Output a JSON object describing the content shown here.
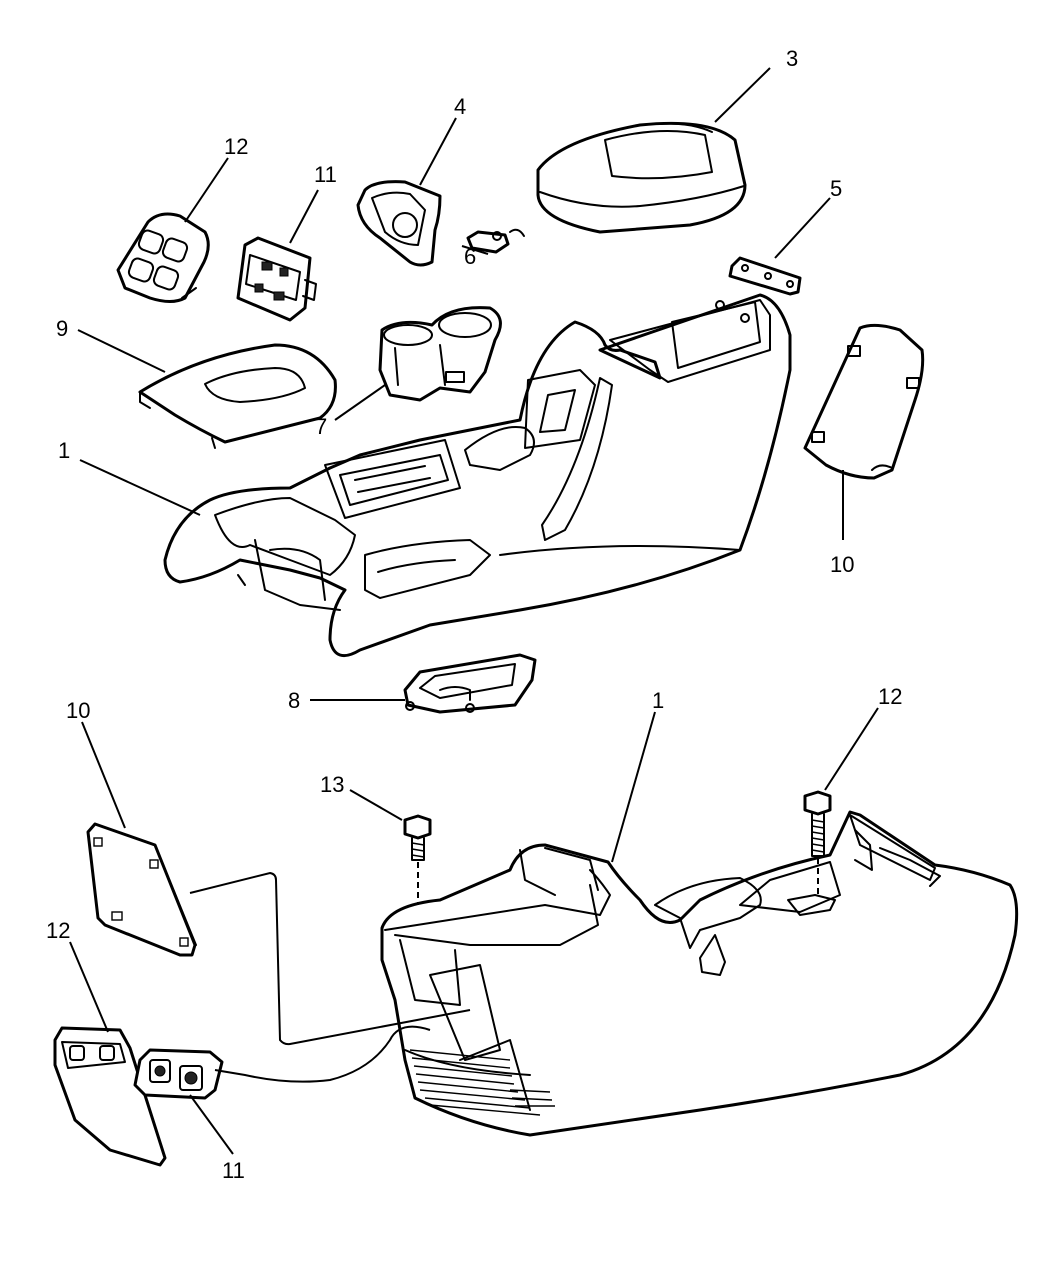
{
  "callouts": [
    {
      "id": "c1-top",
      "label": "1"
    },
    {
      "id": "c3",
      "label": "3"
    },
    {
      "id": "c4",
      "label": "4"
    },
    {
      "id": "c5",
      "label": "5"
    },
    {
      "id": "c6",
      "label": "6"
    },
    {
      "id": "c7",
      "label": "7"
    },
    {
      "id": "c8",
      "label": "8"
    },
    {
      "id": "c9",
      "label": "9"
    },
    {
      "id": "c10-top",
      "label": "10"
    },
    {
      "id": "c11-top",
      "label": "11"
    },
    {
      "id": "c12-top",
      "label": "12"
    },
    {
      "id": "c1-bottom",
      "label": "1"
    },
    {
      "id": "c10-bottom",
      "label": "10"
    },
    {
      "id": "c11-bottom",
      "label": "11"
    },
    {
      "id": "c12-bottom-left",
      "label": "12"
    },
    {
      "id": "c12-bottom-right",
      "label": "12"
    },
    {
      "id": "c13",
      "label": "13"
    }
  ],
  "colors": {
    "line": "#000000",
    "background": "#ffffff"
  }
}
